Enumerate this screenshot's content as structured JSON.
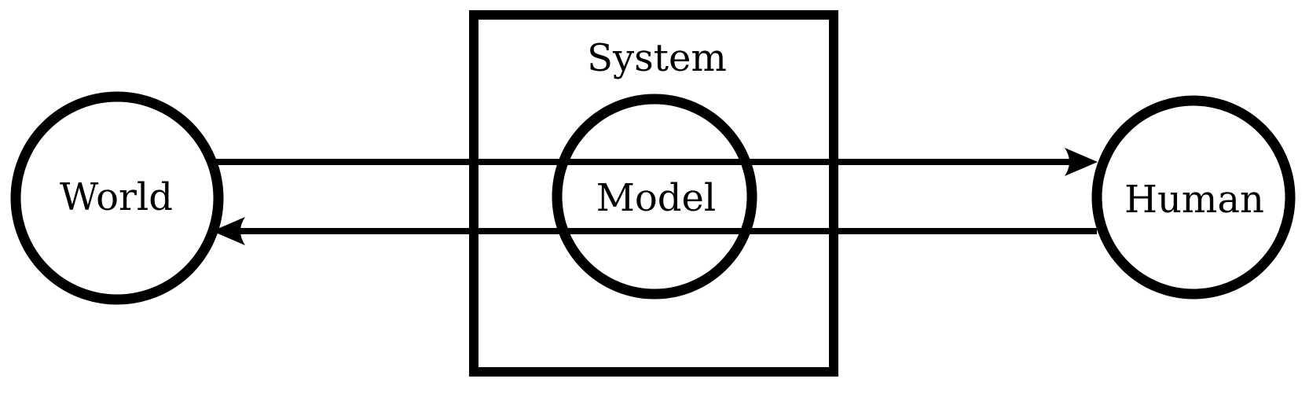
{
  "diagram": {
    "title": "world-system-human feedback diagram",
    "background_color": "#ffffff",
    "stroke_color": "#000000",
    "nodes": {
      "world": {
        "label": "World",
        "shape": "circle"
      },
      "system": {
        "label": "System",
        "shape": "rectangle"
      },
      "model": {
        "label": "Model",
        "shape": "circle",
        "contained_in": "System"
      },
      "human": {
        "label": "Human",
        "shape": "circle"
      }
    },
    "edges": [
      {
        "from": "World",
        "to": "Human",
        "direction": "left-to-right",
        "style": "arrow"
      },
      {
        "from": "Human",
        "to": "World",
        "direction": "right-to-left",
        "style": "arrow"
      }
    ]
  }
}
